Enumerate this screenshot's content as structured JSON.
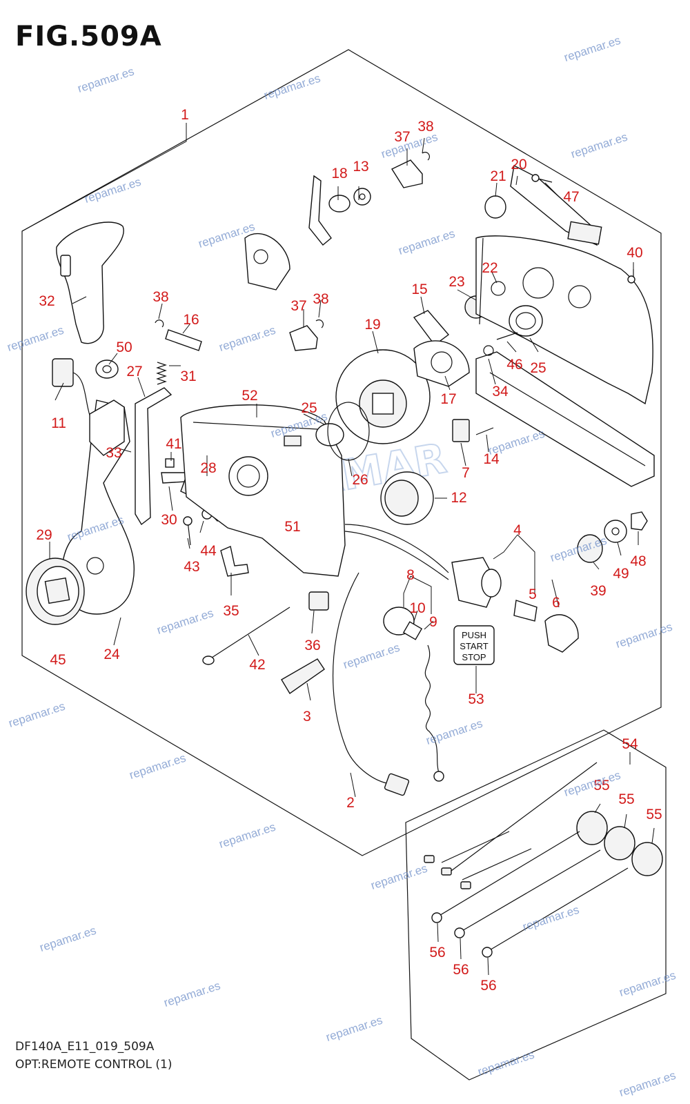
{
  "figure": {
    "title": "FIG.509A",
    "code": "DF140A_E11_019_509A",
    "caption": "OPT:REMOTE CONTROL (1)"
  },
  "watermark": {
    "text": "repamar.es",
    "brand": "REPAMAR"
  },
  "push_button_label": {
    "line1": "PUSH",
    "line2": "START",
    "line3": "STOP"
  },
  "callouts": [
    {
      "id": "c1",
      "label": "1"
    },
    {
      "id": "c2",
      "label": "2"
    },
    {
      "id": "c3",
      "label": "3"
    },
    {
      "id": "c4",
      "label": "4"
    },
    {
      "id": "c5",
      "label": "5"
    },
    {
      "id": "c6",
      "label": "6"
    },
    {
      "id": "c7",
      "label": "7"
    },
    {
      "id": "c8",
      "label": "8"
    },
    {
      "id": "c9",
      "label": "9"
    },
    {
      "id": "c10",
      "label": "10"
    },
    {
      "id": "c11",
      "label": "11"
    },
    {
      "id": "c12",
      "label": "12"
    },
    {
      "id": "c13",
      "label": "13"
    },
    {
      "id": "c14",
      "label": "14"
    },
    {
      "id": "c16",
      "label": "16"
    },
    {
      "id": "c15",
      "label": "15"
    },
    {
      "id": "c17",
      "label": "17"
    },
    {
      "id": "c18",
      "label": "18"
    },
    {
      "id": "c19",
      "label": "19"
    },
    {
      "id": "c20",
      "label": "20"
    },
    {
      "id": "c21",
      "label": "21"
    },
    {
      "id": "c22",
      "label": "22"
    },
    {
      "id": "c23",
      "label": "23"
    },
    {
      "id": "c24",
      "label": "24"
    },
    {
      "id": "c25a",
      "label": "25"
    },
    {
      "id": "c25b",
      "label": "25"
    },
    {
      "id": "c26",
      "label": "26"
    },
    {
      "id": "c27",
      "label": "27"
    },
    {
      "id": "c28",
      "label": "28"
    },
    {
      "id": "c29",
      "label": "29"
    },
    {
      "id": "c30",
      "label": "30"
    },
    {
      "id": "c31",
      "label": "31"
    },
    {
      "id": "c32",
      "label": "32"
    },
    {
      "id": "c33",
      "label": "33"
    },
    {
      "id": "c34",
      "label": "34"
    },
    {
      "id": "c35",
      "label": "35"
    },
    {
      "id": "c36",
      "label": "36"
    },
    {
      "id": "c37a",
      "label": "37"
    },
    {
      "id": "c37b",
      "label": "37"
    },
    {
      "id": "c38a",
      "label": "38"
    },
    {
      "id": "c38b",
      "label": "38"
    },
    {
      "id": "c38c",
      "label": "38"
    },
    {
      "id": "c39",
      "label": "39"
    },
    {
      "id": "c40",
      "label": "40"
    },
    {
      "id": "c41",
      "label": "41"
    },
    {
      "id": "c42",
      "label": "42"
    },
    {
      "id": "c43",
      "label": "43"
    },
    {
      "id": "c44",
      "label": "44"
    },
    {
      "id": "c45",
      "label": "45"
    },
    {
      "id": "c46",
      "label": "46"
    },
    {
      "id": "c47",
      "label": "47"
    },
    {
      "id": "c48",
      "label": "48"
    },
    {
      "id": "c49",
      "label": "49"
    },
    {
      "id": "c50",
      "label": "50"
    },
    {
      "id": "c51",
      "label": "51"
    },
    {
      "id": "c52",
      "label": "52"
    },
    {
      "id": "c53",
      "label": "53"
    },
    {
      "id": "c54",
      "label": "54"
    },
    {
      "id": "c55a",
      "label": "55"
    },
    {
      "id": "c55b",
      "label": "55"
    },
    {
      "id": "c55c",
      "label": "55"
    },
    {
      "id": "c56a",
      "label": "56"
    },
    {
      "id": "c56b",
      "label": "56"
    },
    {
      "id": "c56c",
      "label": "56"
    }
  ]
}
